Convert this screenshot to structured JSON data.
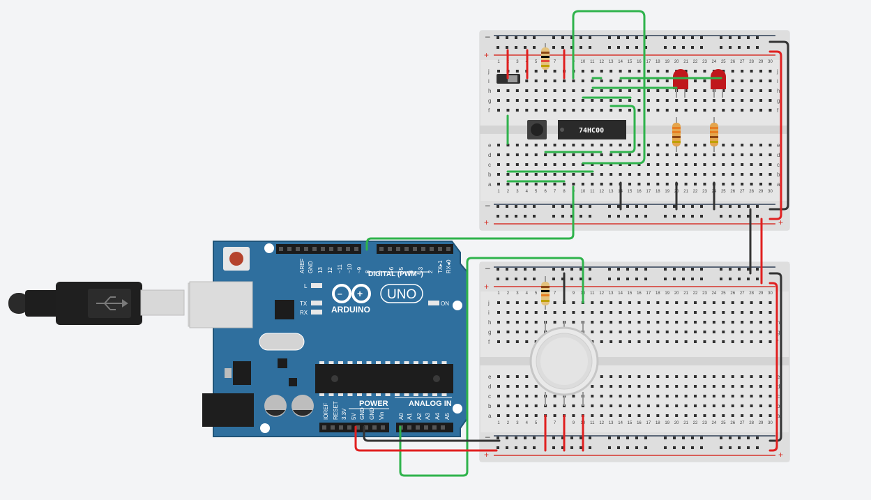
{
  "colors": {
    "background": "#f3f4f6",
    "board_blue": "#2f6f9e",
    "board_edge": "#1f5479",
    "wire_green": "#2fb34c",
    "wire_red": "#e02020",
    "wire_black": "#333333",
    "breadboard": "#e9e9e9",
    "rail_red": "#d6342b",
    "rail_blue": "#2e3f55"
  },
  "arduino": {
    "brand": "ARDUINO",
    "model": "UNO",
    "led_l": "L",
    "led_tx": "TX",
    "led_rx": "RX",
    "led_on": "ON",
    "digital_header": "DIGITAL (PWM~)",
    "power_header": "POWER",
    "analog_header": "ANALOG IN",
    "digital_pins": [
      "AREF",
      "GND",
      "13",
      "12",
      "~11",
      "~10",
      "~9",
      "8",
      "7",
      "~6",
      "~5",
      "4",
      "~3",
      "2",
      "TX▸1",
      "RX◂0"
    ],
    "power_pins": [
      "IOREF",
      "RESET",
      "3.3V",
      "5V",
      "GND",
      "GND",
      "Vin"
    ],
    "analog_pins": [
      "A0",
      "A1",
      "A2",
      "A3",
      "A4",
      "A5"
    ]
  },
  "breadboard_top": {
    "rail_minus": "–",
    "rail_plus": "+",
    "rows_upper": [
      "j",
      "i",
      "h",
      "g",
      "f"
    ],
    "rows_lower": [
      "e",
      "d",
      "c",
      "b",
      "a"
    ],
    "columns": [
      "1",
      "2",
      "3",
      "4",
      "5",
      "6",
      "7",
      "8",
      "9",
      "10",
      "11",
      "12",
      "13",
      "14",
      "15",
      "16",
      "17",
      "18",
      "19",
      "20",
      "21",
      "22",
      "23",
      "24",
      "25",
      "26",
      "27",
      "28",
      "29",
      "30"
    ]
  },
  "breadboard_bottom": {
    "rail_minus": "–",
    "rail_plus": "+",
    "rows_upper": [
      "j",
      "i",
      "h",
      "g",
      "f"
    ],
    "rows_lower": [
      "e",
      "d",
      "c",
      "b",
      "a"
    ],
    "columns": [
      "1",
      "2",
      "3",
      "4",
      "5",
      "6",
      "7",
      "8",
      "9",
      "10",
      "11",
      "12",
      "13",
      "14",
      "15",
      "16",
      "17",
      "18",
      "19",
      "20",
      "21",
      "22",
      "23",
      "24",
      "25",
      "26",
      "27",
      "28",
      "29",
      "30"
    ]
  },
  "components": {
    "ic_label": "74HC00"
  }
}
